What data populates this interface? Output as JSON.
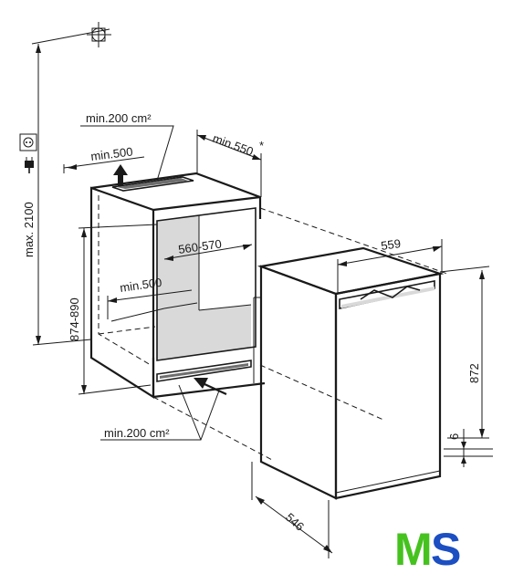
{
  "labels": {
    "top_vent_area": "min.200 cm²",
    "top_depth": "min.550",
    "top_depth_note": "*",
    "top_width": "min.500",
    "max_height": "max. 2100",
    "niche_height": "874-890",
    "niche_width": "560-570",
    "inner_depth": "min.500",
    "bottom_vent_area": "min.200 cm²",
    "appliance_width": "559",
    "appliance_height": "872",
    "plinth_gap": "6",
    "appliance_depth": "546"
  },
  "logo": {
    "letter_1": "M",
    "letter_2": "S",
    "color_1": "#46c21f",
    "color_2": "#1b4fc2"
  },
  "colors": {
    "line": "#1a1a1a",
    "niche_fill": "#d9d9d9",
    "vent_fill": "#6e6e6e"
  }
}
